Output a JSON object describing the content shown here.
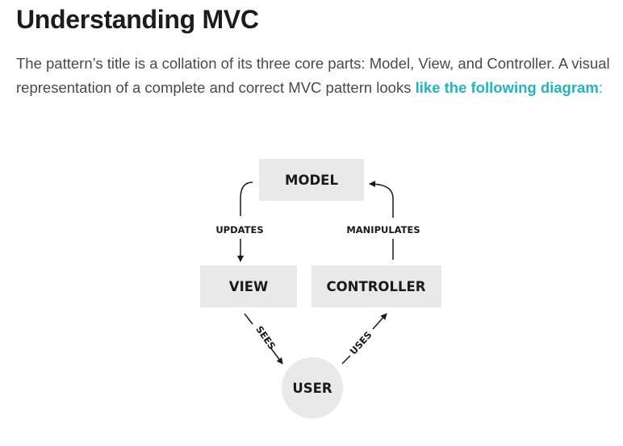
{
  "article": {
    "heading": "Understanding MVC",
    "intro_text": "The pattern’s title is a collation of its three core parts: Model, View, and Controller. A visual representation of a complete and correct MVC pattern looks ",
    "intro_link": "like the following diagram",
    "intro_tail": ":"
  },
  "diagram": {
    "nodes": {
      "model": "MODEL",
      "view": "VIEW",
      "controller": "CONTROLLER",
      "user": "USER"
    },
    "edges": {
      "updates": "UPDATES",
      "manipulates": "MANIPULATES",
      "sees": "SEES",
      "uses": "USES"
    },
    "colors": {
      "box_fill": "#e9e9e9",
      "arrow": "#1a1a1a",
      "link": "#1fb6c1"
    }
  }
}
